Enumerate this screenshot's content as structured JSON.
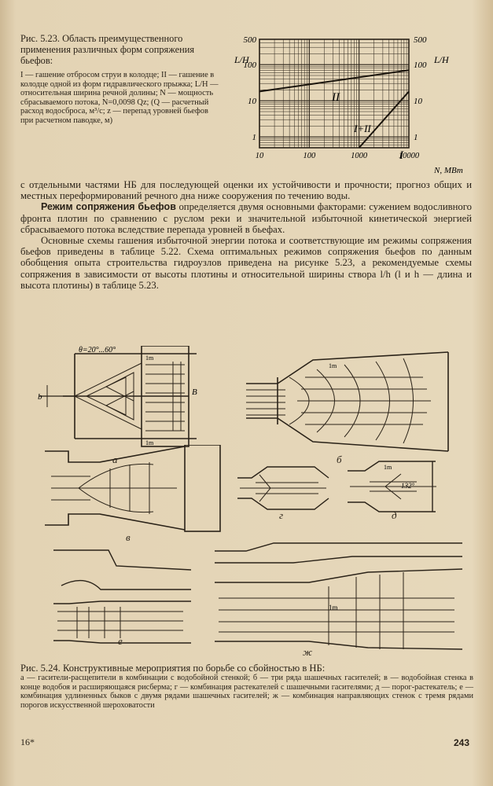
{
  "fig23": {
    "caption": "Рис. 5.23. Область преимущественного применения различных форм сопряжения бьефов:",
    "legend": "I — гашение отбросом струи в колодце; II — гашение в колодце одной из форм гидравлического прыжка; L/H — относительная ширина речной долины; N — мощность сбрасываемого потока, N=0,0098 Qz; (Q — расчетный расход водосброса, м³/с; z — перепад уровней бьефов при расчетном паводке, м)"
  },
  "chart_data": {
    "type": "line",
    "xlabel": "N, МВт",
    "ylabel": "L/H",
    "ylabel_right": "L/H",
    "x_ticks": [
      "10",
      "100",
      "1000",
      "10000"
    ],
    "y_ticks_left": [
      "1",
      "10",
      "100",
      "500"
    ],
    "y_ticks_right": [
      "1",
      "10",
      "100",
      "500"
    ],
    "xlim": [
      10,
      10000
    ],
    "ylim": [
      0.5,
      500
    ],
    "x_scale": "log",
    "y_scale": "log",
    "grid": true,
    "regions": [
      "II",
      "I+II",
      "I"
    ],
    "series": [
      {
        "x": [
          10,
          10000
        ],
        "y": [
          18,
          70
        ]
      },
      {
        "x": [
          1000,
          10000
        ],
        "y": [
          0.5,
          18
        ]
      }
    ]
  },
  "body": {
    "p1": "с отдельными частями НБ для последующей оценки их устойчивости и прочности; прогноз общих и местных переформирований речного дна ниже сооружения по течению воды.",
    "p2_bold": "Режим сопряжения бьефов",
    "p2_rest": " определяется двумя основными факторами: сужением водосливного фронта плотин по сравнению с руслом реки и значительной избыточной кинетической энергией сбрасываемого потока вследствие перепада уровней в бьефах.",
    "p3": "Основные схемы гашения избыточной энергии потока и соответствующие им режимы сопряжения бьефов приведены в таблице 5.22. Схема оптимальных режимов сопряжения бьефов по данным обобщения опыта строительства гидроузлов приведена на рисунке 5.23, а рекомендуемые схемы сопряжения в зависимости от высоты плотины и относительной ширины створа l/h (l и h — длина и высота плотины) в таблице 5.23."
  },
  "diagrams": {
    "a_label": "а",
    "b_label": "б",
    "v_label": "в",
    "g_label": "г",
    "d_label": "д",
    "e_label": "е",
    "zh_label": "ж",
    "angle_label": "θ=20°...60°",
    "b_dim": "b",
    "B_dim": "B",
    "dim_1m": "1m",
    "angle_132": "132°"
  },
  "fig24": {
    "caption": "Рис. 5.24. Конструктивные мероприятия по борьбе со сбойностью в НБ:",
    "desc": "а — гасители-расщепители в комбинации с водобойной стенкой; б — три ряда шашечных гасителей; в — водобойная стенка в конце водобоя и расширяющаяся рисберма; г — комбинация растекателей с шашечными гасителями; д — порог-растекатель; е — комбинация удлиненных быков с двумя рядами шашечных гасителей; ж — комбинация направляющих стенок с тремя рядами порогов искусственной шероховатости"
  },
  "page_numbers": {
    "left": "16*",
    "right": "243"
  },
  "colors": {
    "ink": "#2a2218",
    "paper": "#e6d8bb"
  }
}
